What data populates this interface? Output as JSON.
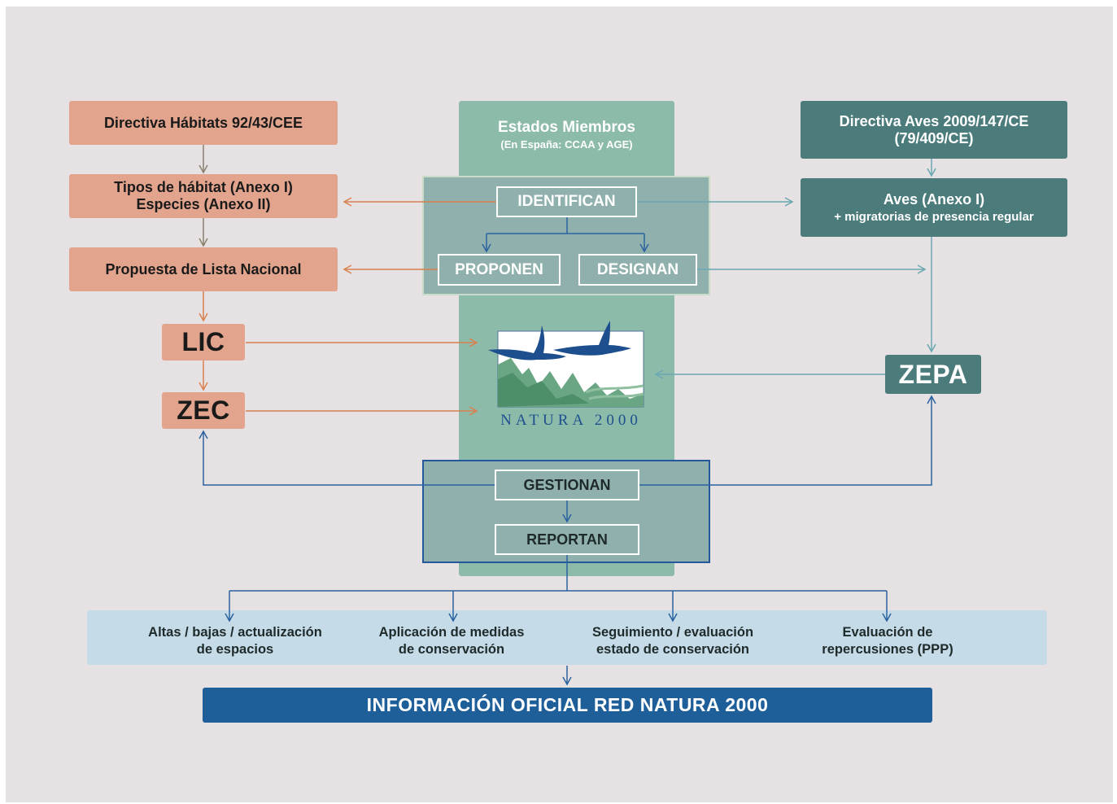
{
  "colors": {
    "salmon": "#e2a48d",
    "teal_dark": "#4b7b7b",
    "center_green": "#8dbba9",
    "center_box": "#8fb0ad",
    "light_blue": "#c5dbe8",
    "navy": "#1e5e99",
    "arrow_orange": "#d9804f",
    "arrow_teal": "#6aa7b2",
    "arrow_blue": "#2a62a0"
  },
  "left": {
    "directiva_habitats": "Directiva Hábitats 92/43/CEE",
    "tipos_line1": "Tipos de hábitat (Anexo I)",
    "tipos_line2": "Especies (Anexo II)",
    "propuesta": "Propuesta de Lista Nacional",
    "lic": "LIC",
    "zec": "ZEC"
  },
  "right": {
    "directiva_aves_line1": "Directiva Aves 2009/147/CE",
    "directiva_aves_line2": "(79/409/CE)",
    "aves_line1": "Aves (Anexo I)",
    "aves_line2": "+ migratorias de presencia regular",
    "zepa": "ZEPA"
  },
  "center": {
    "title": "Estados Miembros",
    "subtitle": "(En España: CCAA y AGE)",
    "identifican": "IDENTIFICAN",
    "proponen": "PROPONEN",
    "designan": "DESIGNAN",
    "gestionan": "GESTIONAN",
    "reportan": "REPORTAN",
    "logo_text": "NATURA 2000"
  },
  "outputs": [
    {
      "line1": "Altas / bajas / actualización",
      "line2": "de espacios"
    },
    {
      "line1": "Aplicación de medidas",
      "line2": "de conservación"
    },
    {
      "line1": "Seguimiento / evaluación",
      "line2": "estado de conservación"
    },
    {
      "line1": "Evaluación de",
      "line2": "repercusiones (PPP)"
    }
  ],
  "footer": "INFORMACIÓN OFICIAL RED NATURA 2000"
}
